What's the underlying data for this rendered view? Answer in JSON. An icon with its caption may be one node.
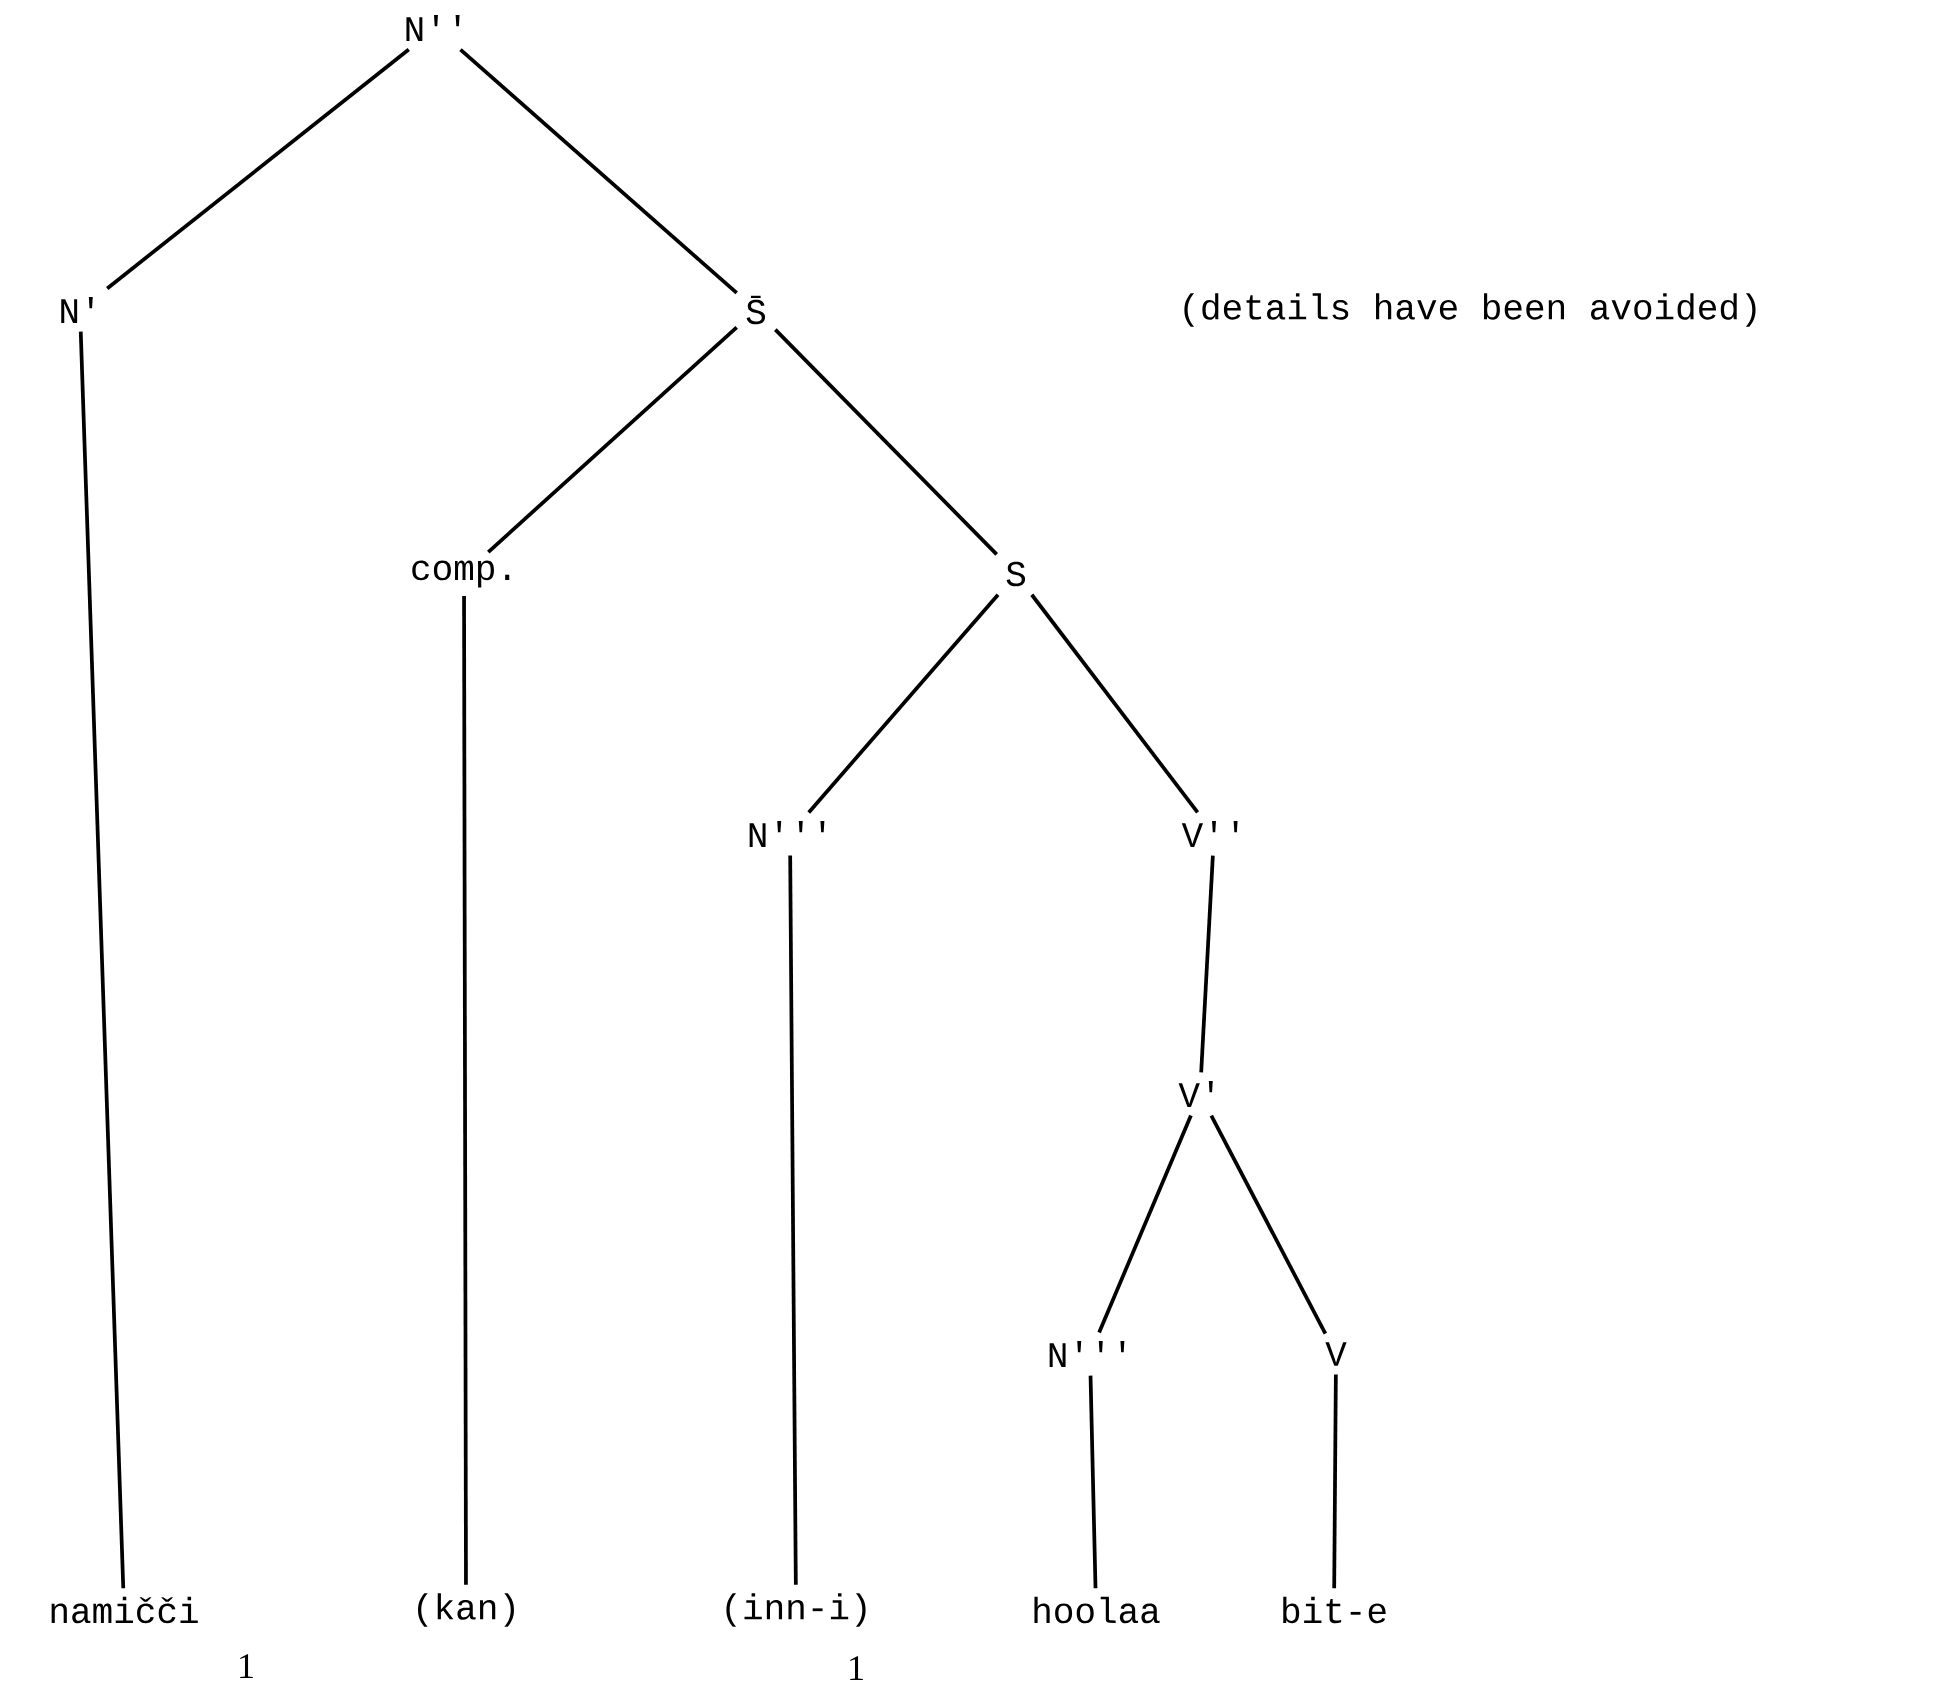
{
  "diagram": {
    "nodes": [
      {
        "text": [
          "N''"
        ]
      },
      {
        "text": [
          "N'"
        ]
      },
      {
        "text": [
          "S̄"
        ]
      },
      {
        "text": [
          "comp."
        ]
      },
      {
        "text": [
          "S"
        ]
      },
      {
        "text": [
          "N'''"
        ]
      },
      {
        "text": [
          "V''"
        ]
      },
      {
        "text": [
          "V'"
        ]
      },
      {
        "text": [
          "N'''"
        ]
      },
      {
        "text": [
          "V"
        ]
      },
      {
        "text": [
          "namičči"
        ],
        "beside": [
          "1"
        ]
      },
      {
        "text": [
          "(kan)"
        ]
      },
      {
        "text": [
          "(inn-i)"
        ],
        "beside": [
          "1"
        ]
      },
      {
        "text": [
          "hoolaa"
        ]
      },
      {
        "text": [
          "bit-e"
        ]
      }
    ],
    "edges": [
      {
        "from": 0,
        "to": 1,
        "arrow": "none"
      },
      {
        "from": 0,
        "to": 2,
        "arrow": "none"
      },
      {
        "from": 1,
        "to": 10,
        "arrow": "none"
      },
      {
        "from": 2,
        "to": 3,
        "arrow": "none"
      },
      {
        "from": 2,
        "to": 4,
        "arrow": "none"
      },
      {
        "from": 3,
        "to": 11,
        "arrow": "none"
      },
      {
        "from": 4,
        "to": 5,
        "arrow": "none"
      },
      {
        "from": 4,
        "to": 6,
        "arrow": "none"
      },
      {
        "from": 5,
        "to": 12,
        "arrow": "none"
      },
      {
        "from": 6,
        "to": 7,
        "arrow": "none"
      },
      {
        "from": 7,
        "to": 8,
        "arrow": "none"
      },
      {
        "from": 7,
        "to": 9,
        "arrow": "none"
      },
      {
        "from": 8,
        "to": 13,
        "arrow": "none"
      },
      {
        "from": 9,
        "to": 14,
        "arrow": "none"
      }
    ],
    "labels": [
      "(details have been avoided)"
    ]
  }
}
